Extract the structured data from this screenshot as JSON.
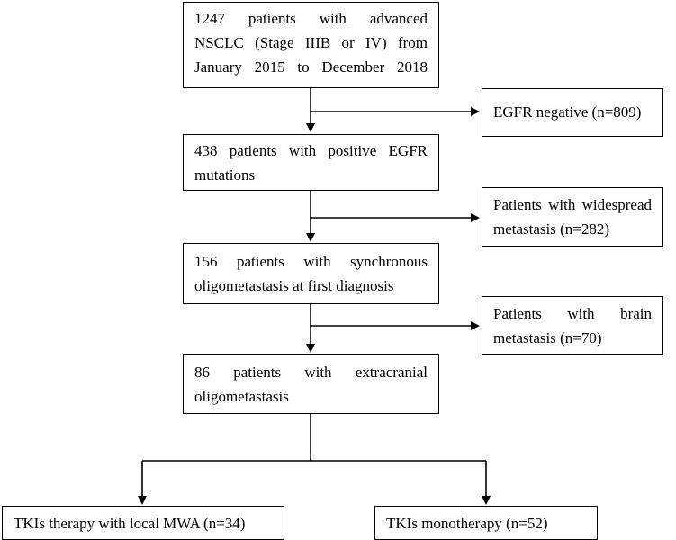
{
  "flowchart": {
    "box1": {
      "lines": [
        "1247 patients with advanced",
        "NSCLC (Stage IIIB or IV) from",
        "January 2015 to December 2018"
      ]
    },
    "excl1": {
      "text": "EGFR negative (n=809)"
    },
    "box2": {
      "lines": [
        "438 patients with positive EGFR",
        "mutations"
      ]
    },
    "excl2": {
      "lines": [
        "Patients with widespread",
        "metastasis (n=282)"
      ]
    },
    "box3": {
      "lines": [
        "156 patients with synchronous",
        "oligometastasis at first diagnosis"
      ]
    },
    "excl3": {
      "lines": [
        "Patients with brain",
        "metastasis (n=70)"
      ]
    },
    "box4": {
      "lines": [
        "86 patients with extracranial",
        "oligometastasis"
      ]
    },
    "out1": {
      "text": "TKIs therapy with local MWA (n=34)"
    },
    "out2": {
      "text": "TKIs monotherapy (n=52)"
    }
  }
}
